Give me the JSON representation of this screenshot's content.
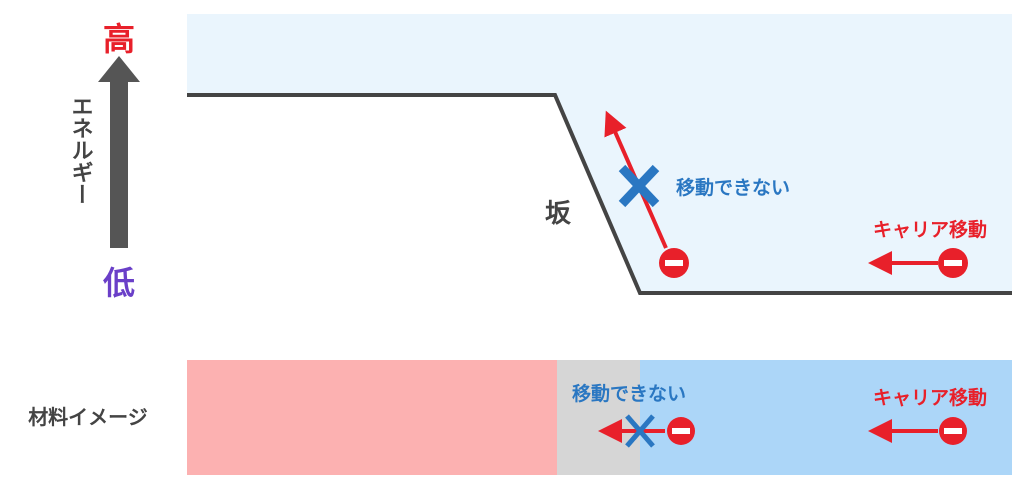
{
  "energy_axis": {
    "high_label": "高",
    "low_label": "低",
    "axis_label": "エネルギー"
  },
  "band_diagram": {
    "slope_label": "坂",
    "blocked_label": "移動できない",
    "carrier_label": "キャリア移動",
    "electron_symbol": "−"
  },
  "material_image": {
    "row_label": "材料イメージ",
    "blocked_label": "移動できない",
    "carrier_label": "キャリア移動",
    "electron_symbol": "−"
  },
  "colors": {
    "high": "#e8202a",
    "low": "#6a3fc8",
    "axis_arrow": "#555555",
    "text_dark": "#444444",
    "band_fill": "#eaf5fd",
    "band_line": "#444444",
    "red": "#e8202a",
    "blue": "#2a77c2",
    "material_red": "#fcb1b1",
    "material_gray": "#d6d6d6",
    "material_blue": "#acd6f8"
  }
}
